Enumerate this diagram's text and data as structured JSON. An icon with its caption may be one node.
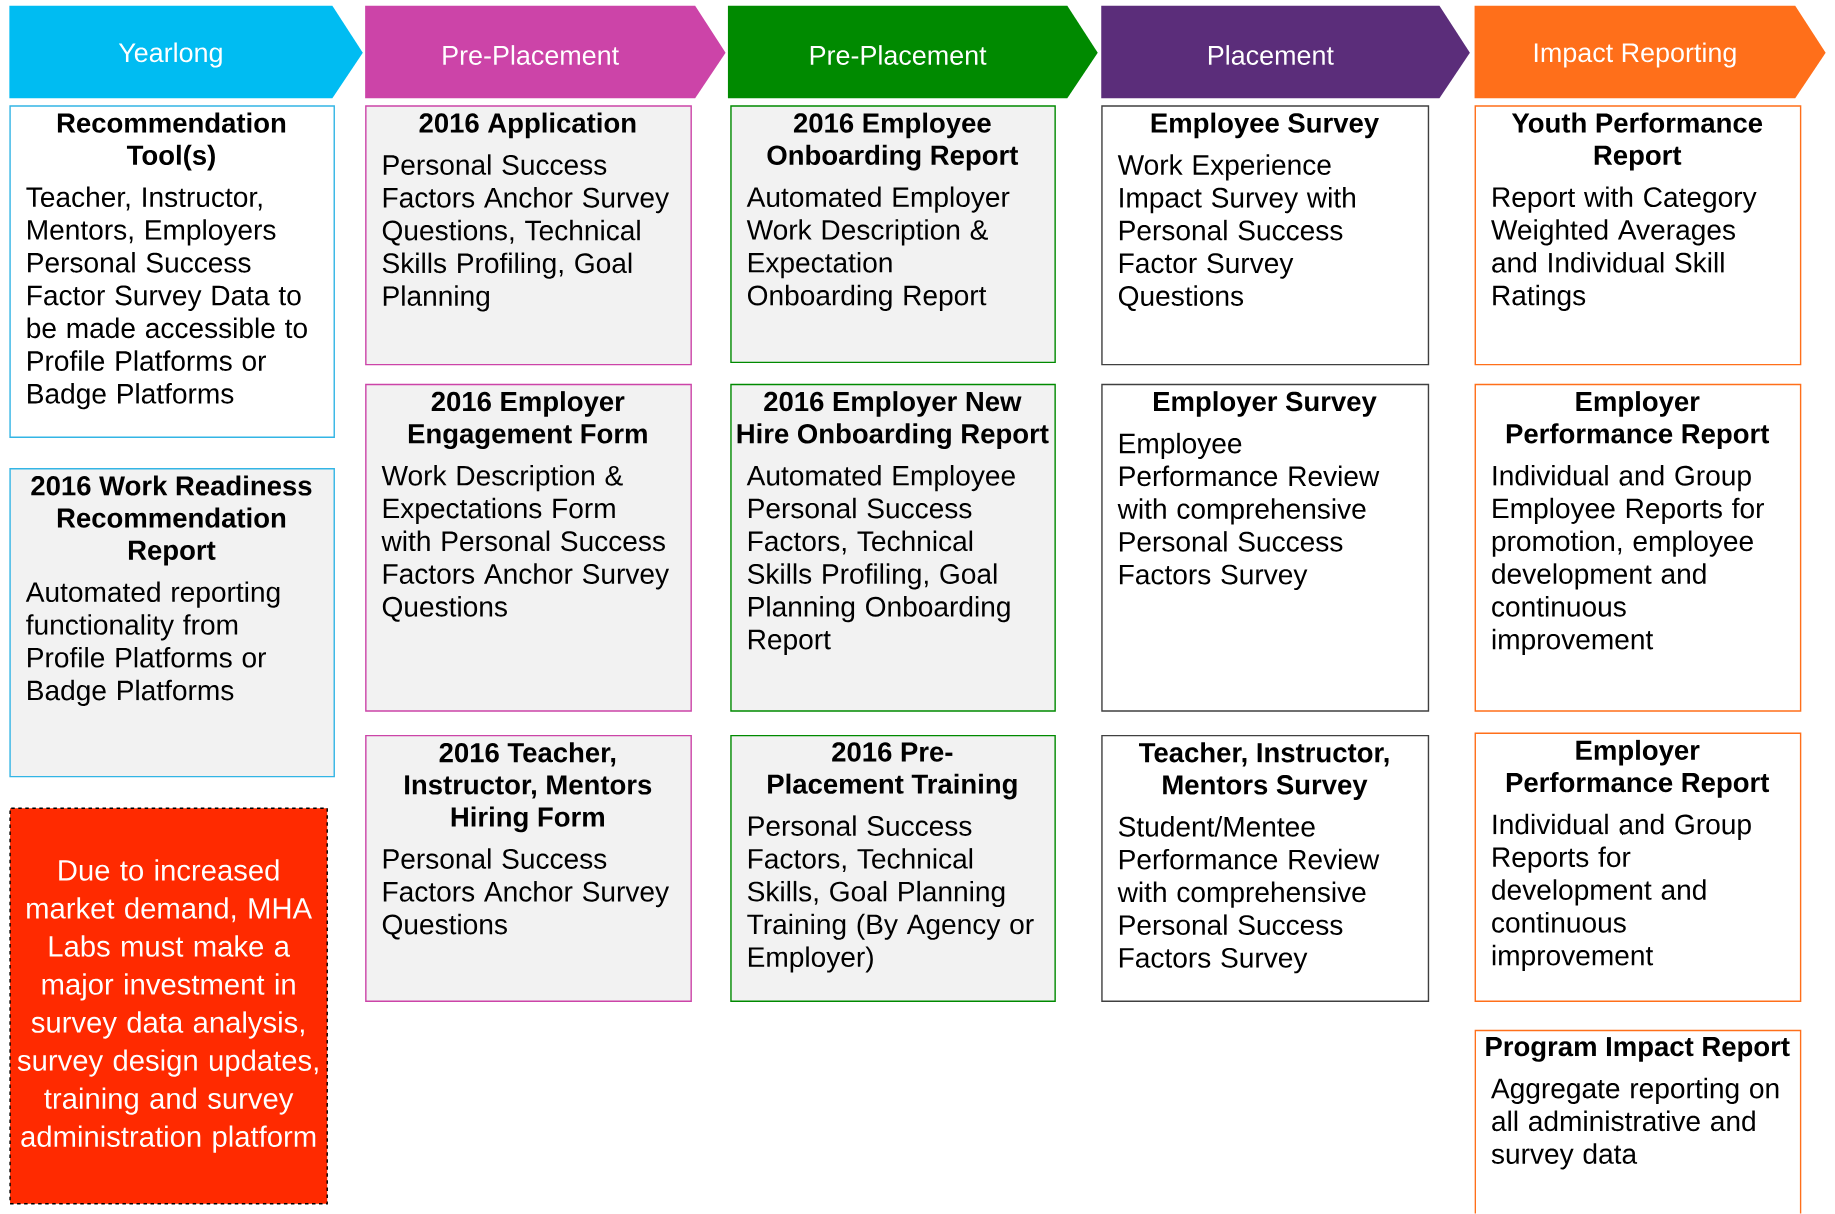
{
  "diagram": {
    "nodes": [
      {
        "text": [
          "Yearlong"
        ]
      },
      {
        "text": [
          "Pre-Placement"
        ]
      },
      {
        "text": [
          "Pre-Placement"
        ]
      },
      {
        "text": [
          "Placement"
        ]
      },
      {
        "text": [
          "Impact Reporting"
        ]
      },
      {
        "text": [
          "Recommendation Tool(s)",
          "Teacher, Instructor, Mentors, Employers Personal Success Factor Survey Data to be made accessible to Profile Platforms or Badge Platforms"
        ]
      },
      {
        "text": [
          "2016 Work Readiness Recommendation Report",
          "Automated reporting functionality from Profile Platforms or Badge Platforms"
        ]
      },
      {
        "text": [
          "Due to increased market demand, MHA Labs must make a major investment in survey data analysis, survey design updates, training and survey administration platform"
        ]
      },
      {
        "text": [
          "2016 Application",
          "Personal Success Factors Anchor Survey Questions, Technical Skills Profiling, Goal Planning"
        ]
      },
      {
        "text": [
          "2016 Employer Engagement Form",
          "Work Description & Expectations Form with Personal Success Factors Anchor Survey Questions"
        ]
      },
      {
        "text": [
          "2016 Teacher, Instructor, Mentors Hiring Form",
          "Personal Success Factors Anchor Survey Questions"
        ]
      },
      {
        "text": [
          "2016 Employee Onboarding Report",
          "Automated Employer Work Description & Expectation Onboarding Report"
        ]
      },
      {
        "text": [
          "2016 Employer New Hire Onboarding Report",
          "Automated Employee Personal Success Factors, Technical Skills Profiling, Goal Planning Onboarding Report"
        ]
      },
      {
        "text": [
          "2016 Pre-Placement Training",
          "Personal Success Factors, Technical Skills, Goal Planning Training (By Agency or Employer)"
        ]
      },
      {
        "text": [
          "Employee Survey",
          "Work Experience Impact Survey with Personal Success Factor Survey Questions"
        ]
      },
      {
        "text": [
          "Employer Survey",
          "Employee Performance Review with comprehensive Personal Success Factors Survey"
        ]
      },
      {
        "text": [
          "Teacher, Instructor, Mentors Survey",
          "Student/Mentee Performance Review with comprehensive Personal Success Factors Survey"
        ]
      },
      {
        "text": [
          "Youth Performance Report",
          "Report with Category Weighted Averages and Individual Skill Ratings"
        ]
      },
      {
        "text": [
          "Employer Performance Report",
          "Individual and Group Employee Reports for promotion, employee development and continuous improvement"
        ]
      },
      {
        "text": [
          "Employer Performance Report",
          "Individual and Group Reports for development and continuous improvement"
        ]
      },
      {
        "text": [
          "Program Impact Report",
          "Aggregate reporting on all administrative and survey data"
        ]
      }
    ]
  }
}
